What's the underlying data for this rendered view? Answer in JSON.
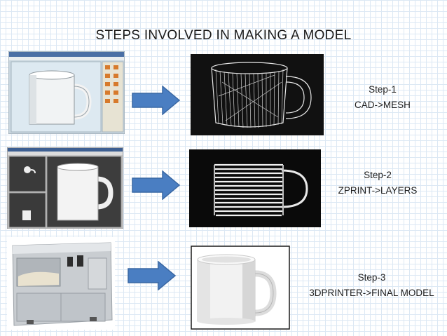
{
  "title": "STEPS INVOLVED IN MAKING A MODEL",
  "steps": [
    {
      "label": "Step-1",
      "desc": "CAD->MESH"
    },
    {
      "label": "Step-2",
      "desc": "ZPRINT->LAYERS"
    },
    {
      "label": "Step-3",
      "desc": "3DPRINTER->FINAL MODEL"
    }
  ],
  "colors": {
    "arrow": "#4a7ec2",
    "arrow_border": "#3a68a4",
    "panel_dark": "#111111",
    "cad_bg": "#dbe6ee"
  }
}
